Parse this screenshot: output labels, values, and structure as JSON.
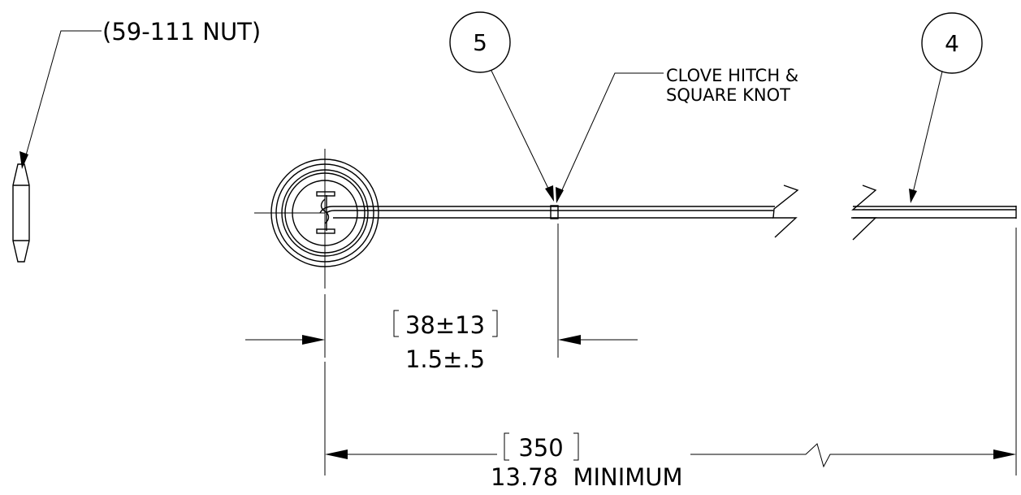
{
  "callouts": {
    "nut": "(59-111 NUT)",
    "knot_line1": "CLOVE HITCH &",
    "knot_line2": "SQUARE KNOT",
    "balloon_left": "5",
    "balloon_right": "4"
  },
  "dimensions": {
    "short_metric": "38±13",
    "short_imperial": "1.5±.5",
    "long_metric": "350",
    "long_imperial": "13.78  MINIMUM"
  },
  "colors": {
    "ink": "#000000",
    "paper": "#ffffff"
  }
}
